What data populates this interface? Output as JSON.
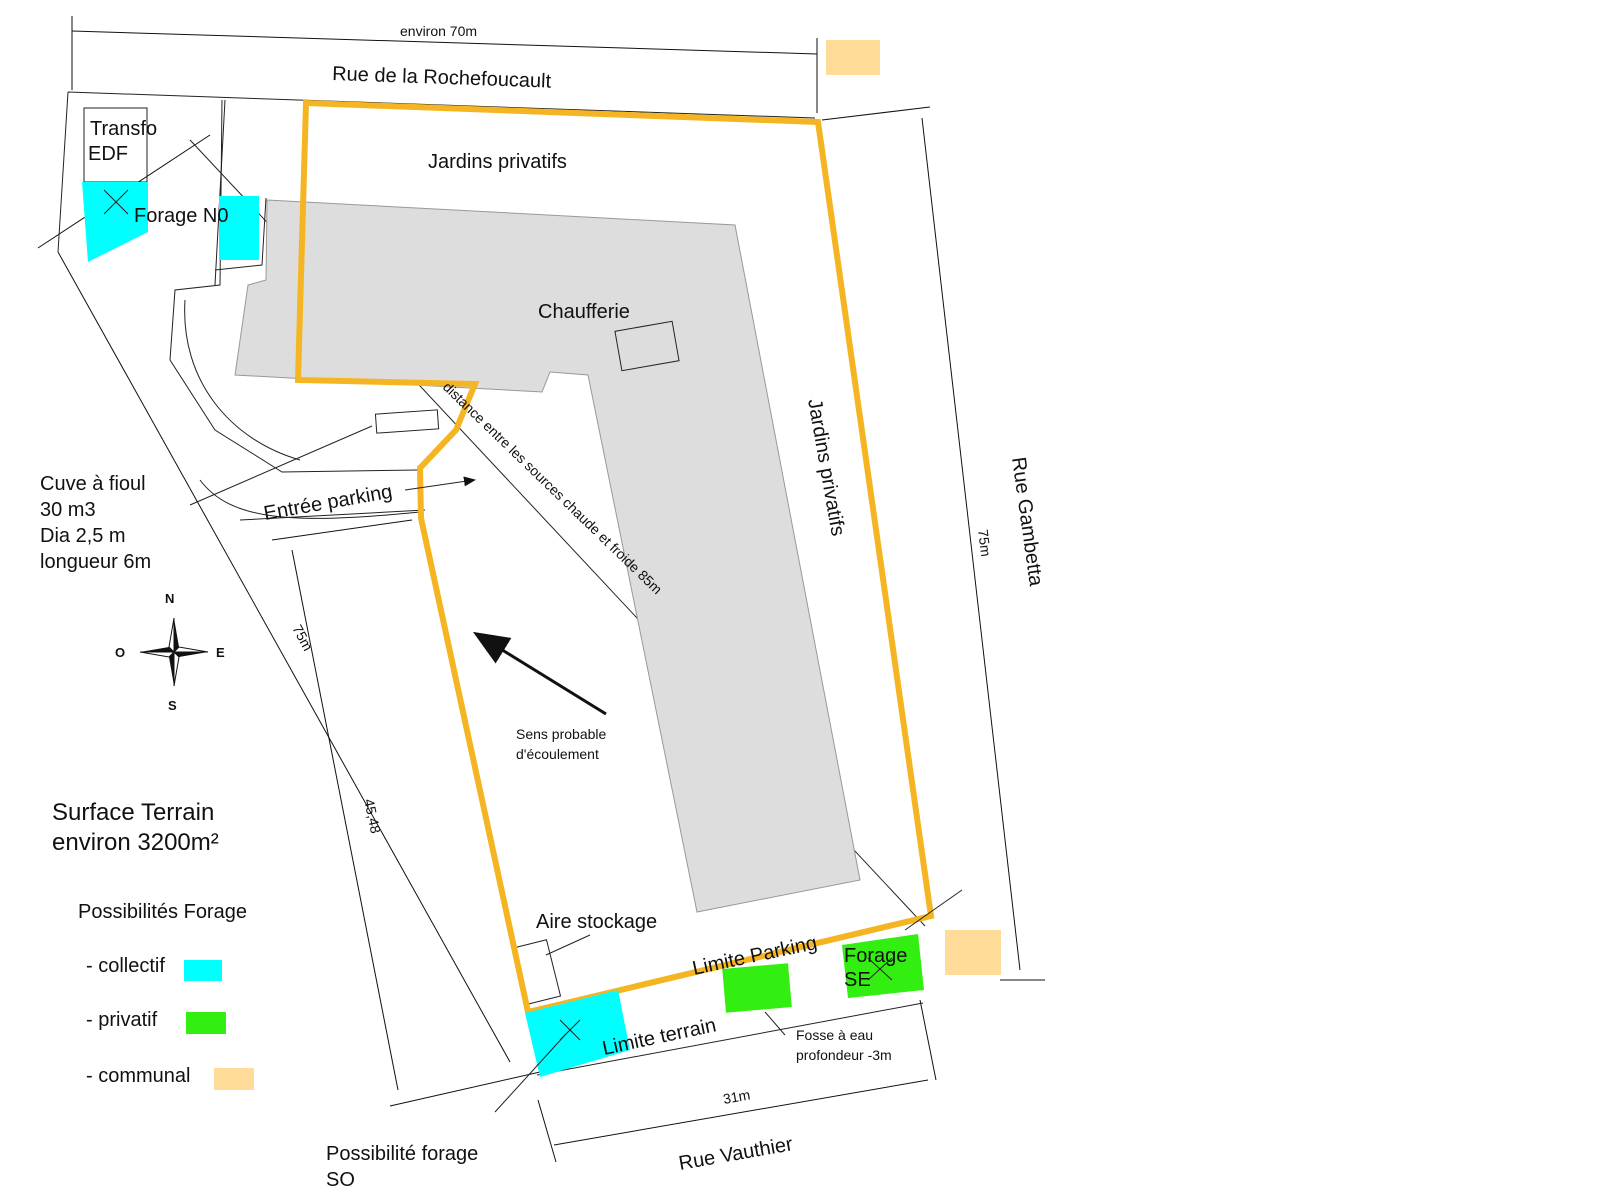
{
  "colors": {
    "collectif": "#00ffff",
    "privatif": "#33ee11",
    "communal": "#ffdd99",
    "building": "#dddddd",
    "boundary": "#f5b522",
    "lines": "#222222"
  },
  "dimensions": {
    "top_width": "environ 70m",
    "right_length": "75m",
    "left_length": "75m",
    "left_segment": "45,48",
    "bottom_width": "31m",
    "diagonal": "distance entre les sources chaude et froide 85m"
  },
  "streets": {
    "north": "Rue de la Rochefoucault",
    "east": "Rue Gambetta",
    "south": "Rue Vauthier"
  },
  "labels": {
    "transfo_line1": "Transfo",
    "transfo_line2": "EDF",
    "forage_no": "Forage N0",
    "jardins_top": "Jardins privatifs",
    "jardins_right": "Jardins privatifs",
    "chaufferie": "Chaufferie",
    "entree_parking": "Entrée parking",
    "cuve_line1": "Cuve à fioul",
    "cuve_line2": "30 m3",
    "cuve_line3": "Dia 2,5 m",
    "cuve_line4": "longueur 6m",
    "sens_line1": "Sens probable",
    "sens_line2": "d'écoulement",
    "aire_stockage": "Aire stockage",
    "limite_parking": "Limite Parking",
    "forage_se_line1": "Forage",
    "forage_se_line2": "SE",
    "limite_terrain": "Limite terrain",
    "fosse_line1": "Fosse à eau",
    "fosse_line2": "profondeur -3m",
    "forage_so_line1": "Possibilité forage",
    "forage_so_line2": "SO"
  },
  "compass": {
    "north": "N",
    "south": "S",
    "east": "E",
    "west": "O",
    "icon": "compass-rose-icon"
  },
  "surface": {
    "line1": "Surface Terrain",
    "line2": "environ 3200m²"
  },
  "legend": {
    "title": "Possibilités Forage",
    "items": [
      {
        "label": "- collectif",
        "color": "#00ffff"
      },
      {
        "label": "- privatif",
        "color": "#33ee11"
      },
      {
        "label": "- communal",
        "color": "#ffdd99"
      }
    ]
  }
}
